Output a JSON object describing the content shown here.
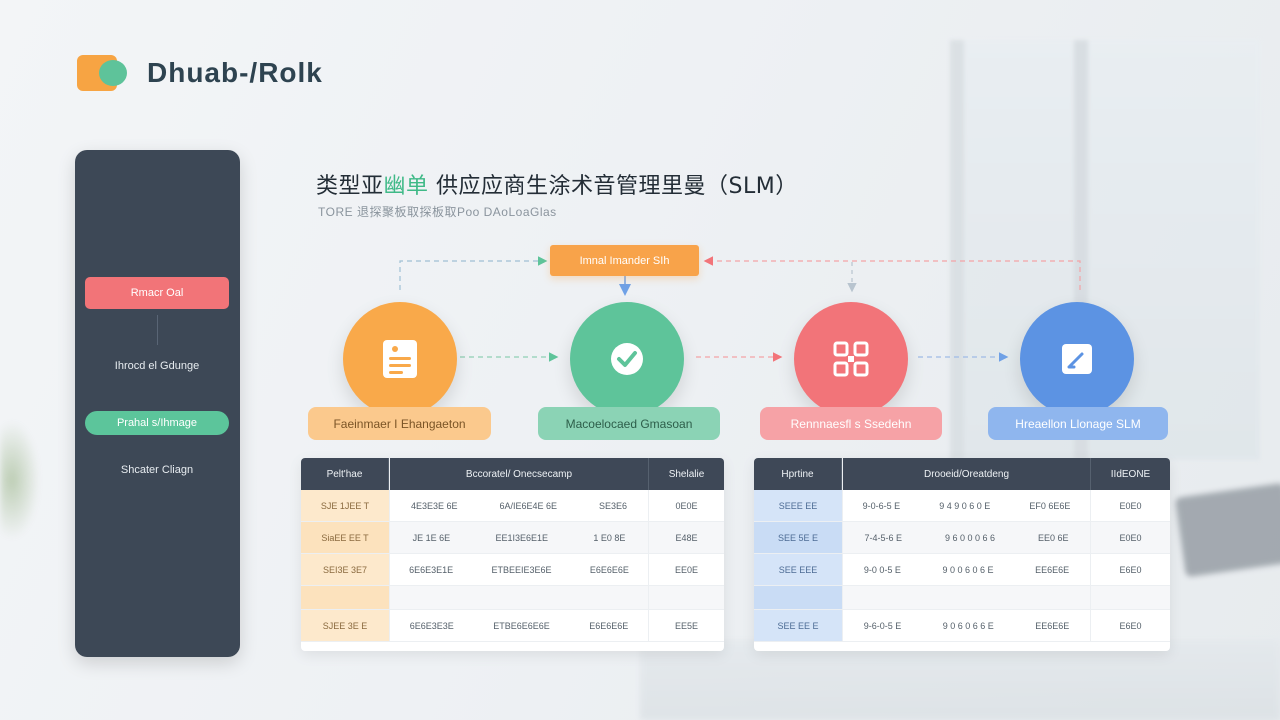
{
  "brand": {
    "name": "Dhuab-/Rolk",
    "colors": {
      "orange": "#f7a443",
      "green": "#5ec39a",
      "red": "#f27478",
      "blue": "#5c93e3",
      "dark": "#3d4856"
    }
  },
  "sidebar": {
    "items": [
      {
        "label": "Rmacr Oal",
        "style": "red"
      },
      {
        "label": "Ihrocd el Gdunge",
        "style": "plain"
      },
      {
        "label": "Prahal s/Ihmage",
        "style": "green"
      },
      {
        "label": "Shcater Cliagn",
        "style": "plain"
      }
    ]
  },
  "page": {
    "title_prefix": "类型亚",
    "title_highlight": "幽单",
    "title_rest": " 供应应商生涂术音管理里曼（SLM）",
    "subtitle": "TORE 退探聚板取探板取Poo DAoLoaGlas"
  },
  "process": {
    "top_node": "Imnal Imander SIh",
    "steps": [
      {
        "label": "Faeinmaer I Ehangaeton",
        "icon": "document-icon",
        "color": "orange"
      },
      {
        "label": "Macoelocaed Gmasoan",
        "icon": "check-icon",
        "color": "green"
      },
      {
        "label": "Rennnaesfl s Ssedehn",
        "icon": "grid-icon",
        "color": "red"
      },
      {
        "label": "Hreaellon Llonage SLM",
        "icon": "edit-icon",
        "color": "blue"
      }
    ]
  },
  "tables": {
    "left": {
      "headers": [
        "Pelt'hae",
        "Bccoratel/ Onecsecamp",
        "Shelalie"
      ],
      "rows": [
        [
          "SJE 1JEE T",
          "4E3E3E 6E",
          "6A/IE6E4E 6E",
          "SE3E6",
          "0E0E"
        ],
        [
          "SiaEE EE T",
          "JE 1E 6E",
          "EE1I3E6E1E",
          "1 E0 8E",
          "E48E"
        ],
        [
          "SEI3E 3E7",
          "6E6E3E1E",
          "ETBEEIE3E6E",
          "E6E6E6E",
          "EE0E"
        ],
        [
          "",
          "",
          "",
          "",
          ""
        ],
        [
          "SJEE 3E E",
          "6E6E3E3E",
          "ETBE6E6E6E",
          "E6E6E6E",
          "EE5E"
        ]
      ]
    },
    "right": {
      "headers": [
        "Hprtine",
        "Drooeid/Oreatdeng",
        "IIdEONE"
      ],
      "rows": [
        [
          "SEEE EE",
          "9-0-6-5 E",
          "9 4 9 0 6 0 E",
          "EF0 6E6E",
          "E0E0"
        ],
        [
          "SEE 5E E",
          "7-4-5-6 E",
          "9 6 0 0 0 6 6",
          "EE0 6E",
          "E0E0"
        ],
        [
          "SEE EEE",
          "9-0 0-5 E",
          "9 0 0 6 0 6 E",
          "EE6E6E",
          "E6E0"
        ],
        [
          "",
          "",
          "",
          "",
          ""
        ],
        [
          "SEE EE E",
          "9-6-0-5 E",
          "9 0 6 0 6 6 E",
          "EE6E6E",
          "E6E0"
        ]
      ]
    }
  }
}
